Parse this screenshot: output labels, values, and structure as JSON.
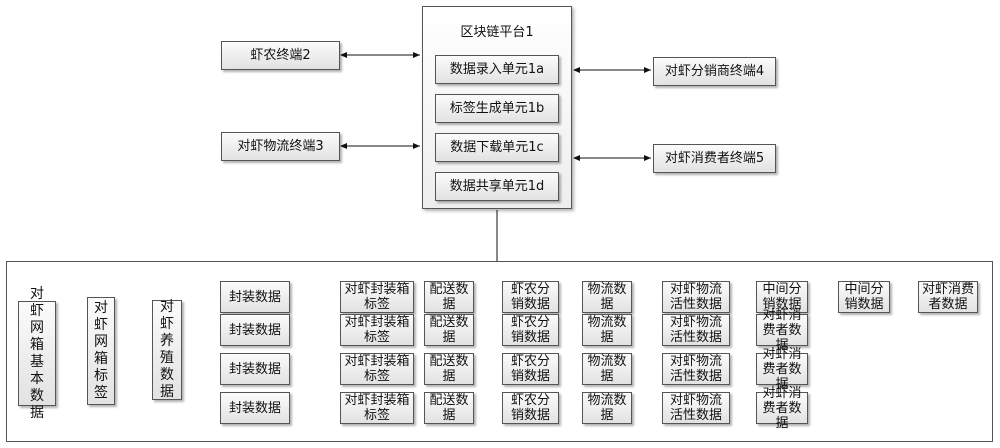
{
  "platform": {
    "title": "区块链平台1",
    "units": [
      "数据录入单元1a",
      "标签生成单元1b",
      "数据下载单元1c",
      "数据共享单元1d"
    ]
  },
  "terminals": {
    "shrimp_farmer": "虾农终端2",
    "logistics": "对虾物流终端3",
    "distributor": "对虾分销商终端4",
    "consumer": "对虾消费者终端5"
  },
  "process": {
    "base_data": "对虾网箱基本数据",
    "cage_label": "对虾网箱标签",
    "breeding_data": "对虾养殖数据",
    "rows": [
      [
        "封装数据",
        "对虾封装箱标签",
        "配送数据",
        "虾农分销数据",
        "物流数据",
        "对虾物流活性数据",
        "中间分销数据",
        "中间分销数据",
        "对虾消费者数据"
      ],
      [
        "封装数据",
        "对虾封装箱标签",
        "配送数据",
        "虾农分销数据",
        "物流数据",
        "对虾物流活性数据",
        "对虾消费者数据"
      ],
      [
        "封装数据",
        "对虾封装箱标签",
        "配送数据",
        "虾农分销数据",
        "物流数据",
        "对虾物流活性数据",
        "对虾消费者数据"
      ],
      [
        "封装数据",
        "对虾封装箱标签",
        "配送数据",
        "虾农分销数据",
        "物流数据",
        "对虾物流活性数据",
        "对虾消费者数据"
      ]
    ]
  }
}
